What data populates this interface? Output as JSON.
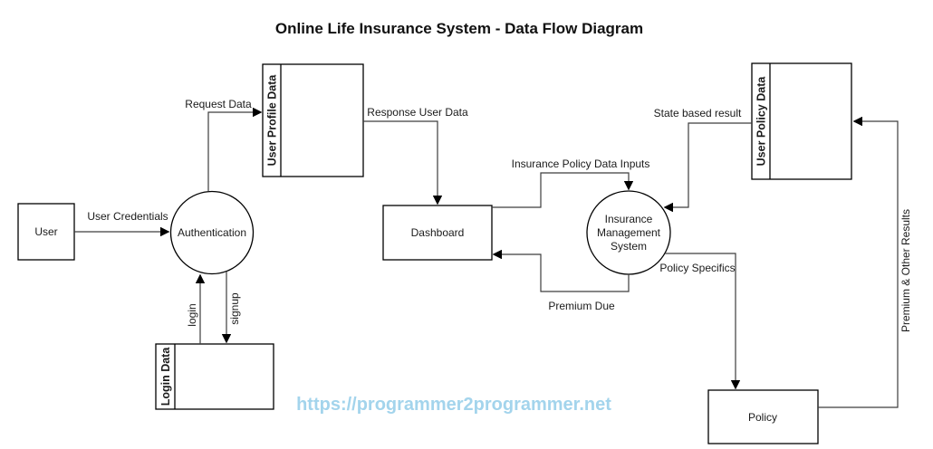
{
  "title": "Online Life Insurance System - Data Flow Diagram",
  "watermark": "https://programmer2programmer.net",
  "colors": {
    "shape_stroke": "#000000",
    "connector": "#3d3d3d",
    "text": "#1a1a1a",
    "watermark": "#a3d4ec",
    "background": "#ffffff"
  },
  "nodes": {
    "user": {
      "label": "User",
      "type": "external-entity"
    },
    "authentication": {
      "label": "Authentication",
      "type": "process"
    },
    "user_profile_data": {
      "label": "User Profile Data",
      "type": "data-store"
    },
    "dashboard": {
      "label": "Dashboard",
      "type": "external-entity"
    },
    "insurance_management_system": {
      "label": "Insurance Management System",
      "line1": "Insurance",
      "line2": "Management",
      "line3": "System",
      "type": "process"
    },
    "user_policy_data": {
      "label": "User Policy Data",
      "type": "data-store"
    },
    "login_data": {
      "label": "Login Data",
      "type": "data-store"
    },
    "policy": {
      "label": "Policy",
      "type": "external-entity"
    }
  },
  "flows": {
    "user_credentials": {
      "label": "User Credentials",
      "from": "user",
      "to": "authentication"
    },
    "request_data": {
      "label": "Request Data",
      "from": "authentication",
      "to": "user_profile_data"
    },
    "response_user_data": {
      "label": "Response User Data",
      "from": "user_profile_data",
      "to": "dashboard"
    },
    "insurance_policy_data_inputs": {
      "label": "Insurance Policy Data Inputs",
      "from": "dashboard",
      "to": "insurance_management_system"
    },
    "premium_due": {
      "label": "Premium Due",
      "from": "insurance_management_system",
      "to": "dashboard"
    },
    "state_based_result": {
      "label": "State based result",
      "from": "user_policy_data",
      "to": "insurance_management_system"
    },
    "policy_specifics": {
      "label": "Policy Specifics",
      "from": "insurance_management_system",
      "to": "policy"
    },
    "premium_and_other_results": {
      "label": "Premium & Other Results",
      "from": "policy",
      "to": "user_policy_data"
    },
    "login": {
      "label": "login",
      "from": "login_data",
      "to": "authentication"
    },
    "signup": {
      "label": "signup",
      "from": "authentication",
      "to": "login_data"
    }
  }
}
